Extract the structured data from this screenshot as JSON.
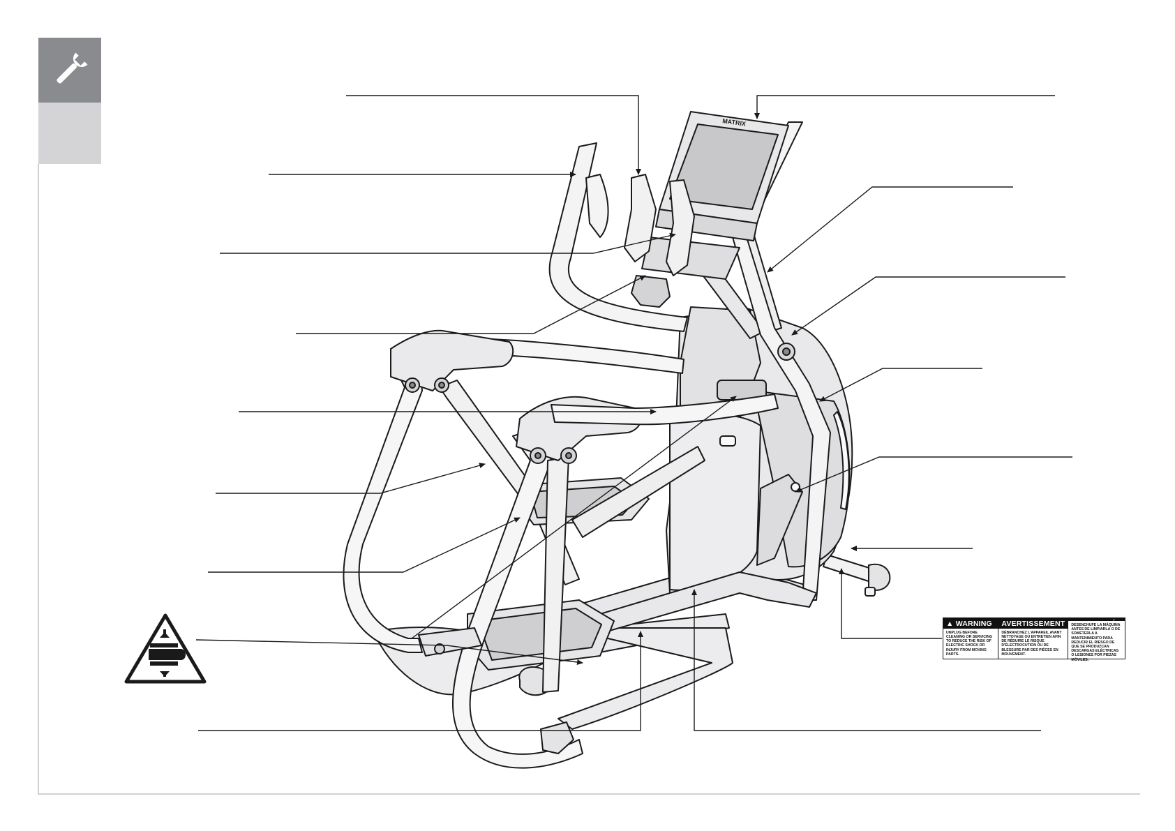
{
  "header": {
    "icon": "wrench-icon"
  },
  "console": {
    "brand": "MATRIX"
  },
  "safety_icon": "hand-pinch-warning-icon",
  "warning_label": {
    "columns": [
      {
        "title": "WARNING",
        "text": "Unplug before cleaning or servicing to reduce the risk of electric shock or injury from moving parts."
      },
      {
        "title": "AVERTISSEMENT",
        "text": "Débranchez l'appareil avant nettoyage ou entretien afin de réduire le risque d'électrocution ou de blessure par des pièces en mouvement."
      },
      {
        "title": "PRECAUCIÓN",
        "text": "Desenchufe la máquina antes de limpiarla o de someterla a mantenimiento para reducir el riesgo de que se produzcan descargas eléctricas o lesiones por piezas móviles."
      }
    ]
  },
  "colors": {
    "tab_dark": "#8a8b8e",
    "tab_light": "#d4d4d6",
    "line": "#1a1a1a",
    "frame": "#f2f2f3"
  }
}
